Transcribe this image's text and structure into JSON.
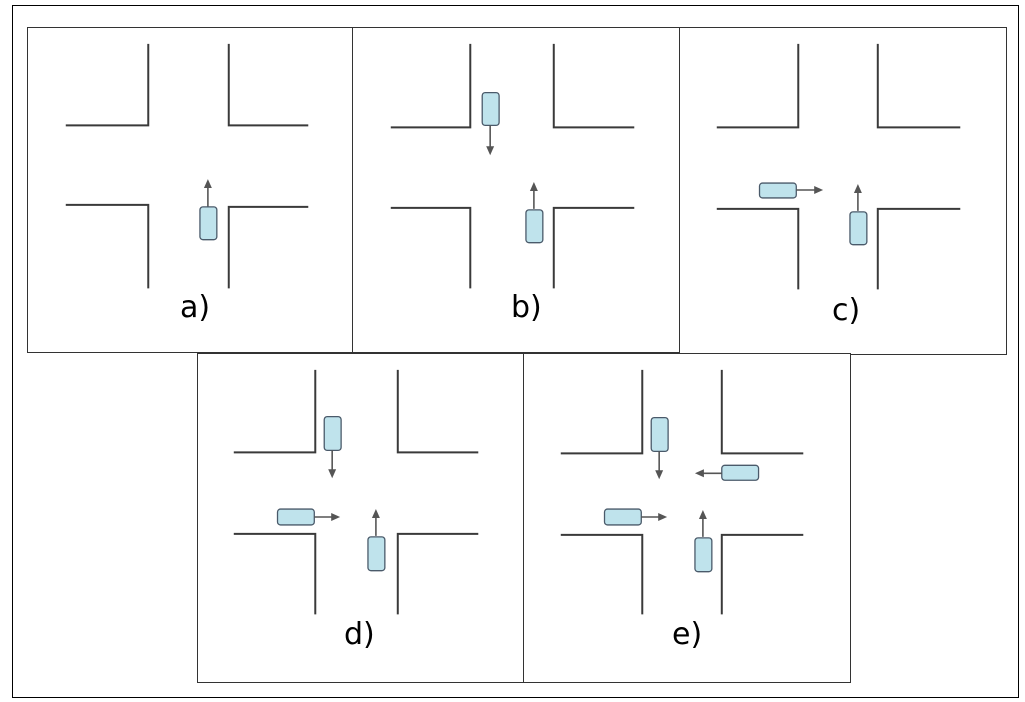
{
  "panels": [
    {
      "label": "a)"
    },
    {
      "label": "b)"
    },
    {
      "label": "c)"
    },
    {
      "label": "d)"
    },
    {
      "label": "e)"
    }
  ],
  "colors": {
    "car_fill": "#bfe3ec",
    "car_stroke": "#4a5a6a",
    "road": "#3a3a3a",
    "arrow": "#555555"
  }
}
